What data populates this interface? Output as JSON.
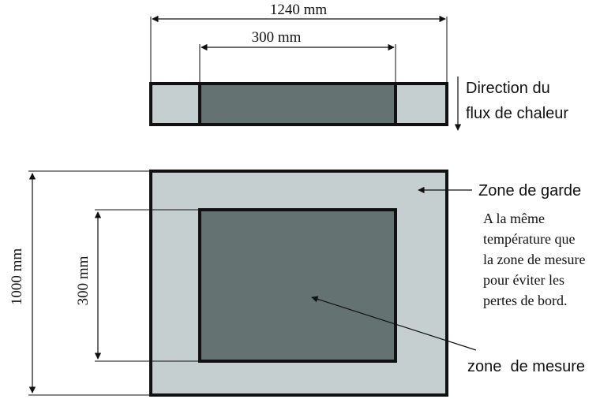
{
  "top_view": {
    "width_label": "1240 mm",
    "inner_width_label": "300 mm",
    "direction_label": [
      "Direction du",
      "flux de chaleur"
    ]
  },
  "plan_view": {
    "height_label": "1000 mm",
    "inner_height_label": "300 mm",
    "guard_zone_label": "Zone de garde",
    "guard_note": [
      "A la même",
      "température que",
      "la zone de mesure",
      "pour éviter les",
      "pertes de bord."
    ],
    "measure_zone_label": "zone  de mesure"
  },
  "colors": {
    "guard_fill": "#c6cfcf",
    "measure_fill": "#647272",
    "outline": "#111111"
  }
}
